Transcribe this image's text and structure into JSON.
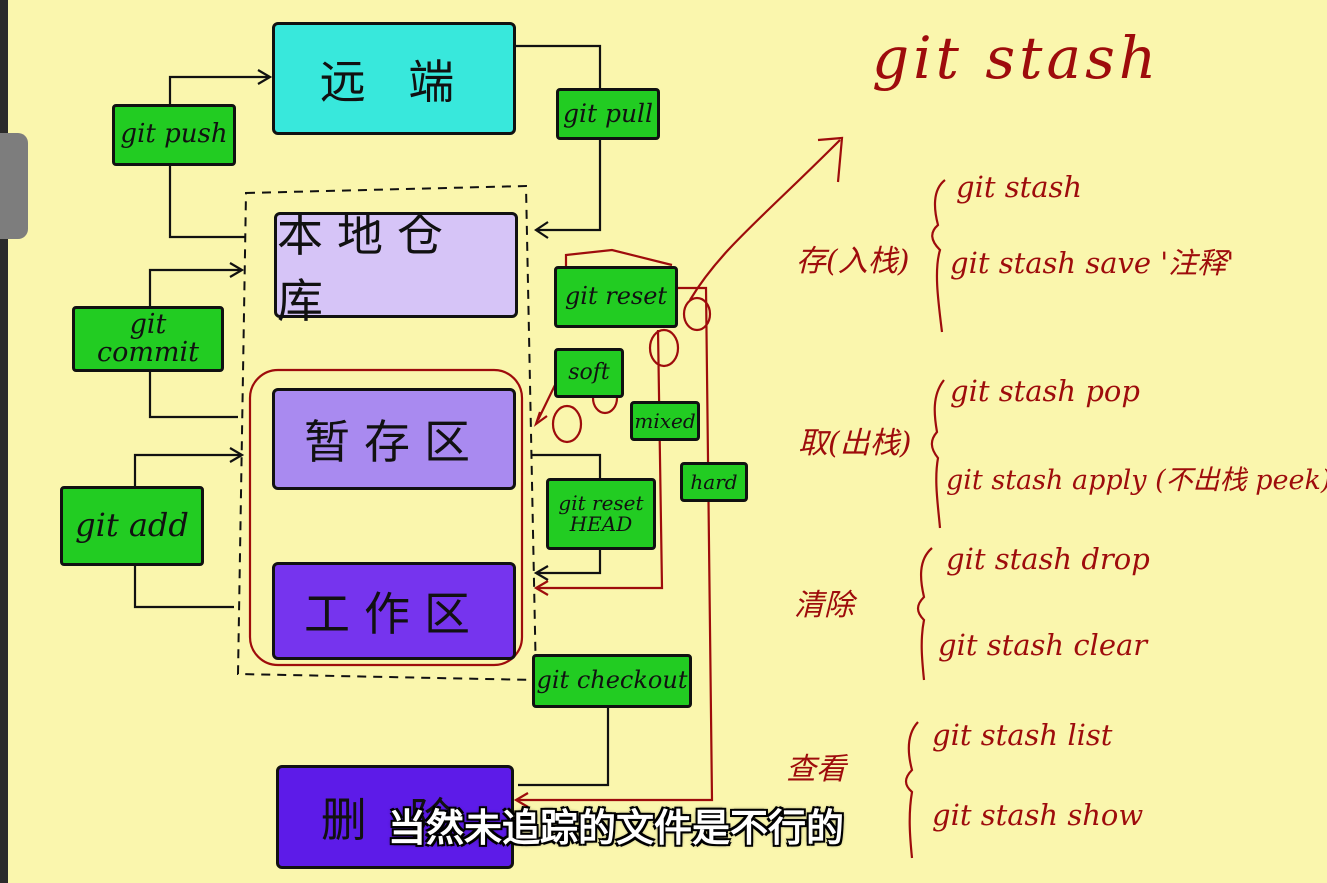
{
  "boxes": {
    "remote": "远 端",
    "local_repo": "本地仓库",
    "staging": "暂存区",
    "working": "工作区",
    "delete": "删 除"
  },
  "tags": {
    "push": "git push",
    "pull": "git pull",
    "commit": "git commit",
    "add": "git add",
    "reset": "git reset",
    "soft": "soft",
    "mixed": "mixed",
    "hard": "hard",
    "reset_head_line1": "git reset",
    "reset_head_line2": "HEAD",
    "checkout": "git checkout"
  },
  "notes": {
    "title": "git stash",
    "groups": [
      {
        "label": "存(入栈)",
        "commands": [
          "git stash",
          "git stash save '注释'"
        ]
      },
      {
        "label": "取(出栈)",
        "commands": [
          "git stash pop",
          "git stash apply (不出栈 peek)"
        ]
      },
      {
        "label": "清除",
        "commands": [
          "git stash drop",
          "git stash clear"
        ]
      },
      {
        "label": "查看",
        "commands": [
          "git stash list",
          "git stash show"
        ]
      }
    ]
  },
  "subtitle": "当然未追踪的文件是不行的",
  "colors": {
    "background": "#faf6ad",
    "remote_box": "#38e8dc",
    "local_repo_box": "#d6c4f7",
    "staging_box": "#a98af0",
    "working_box": "#7634ee",
    "delete_box": "#5d1be8",
    "tag_green": "#22cc22",
    "pen_red": "#9e0c0c"
  }
}
